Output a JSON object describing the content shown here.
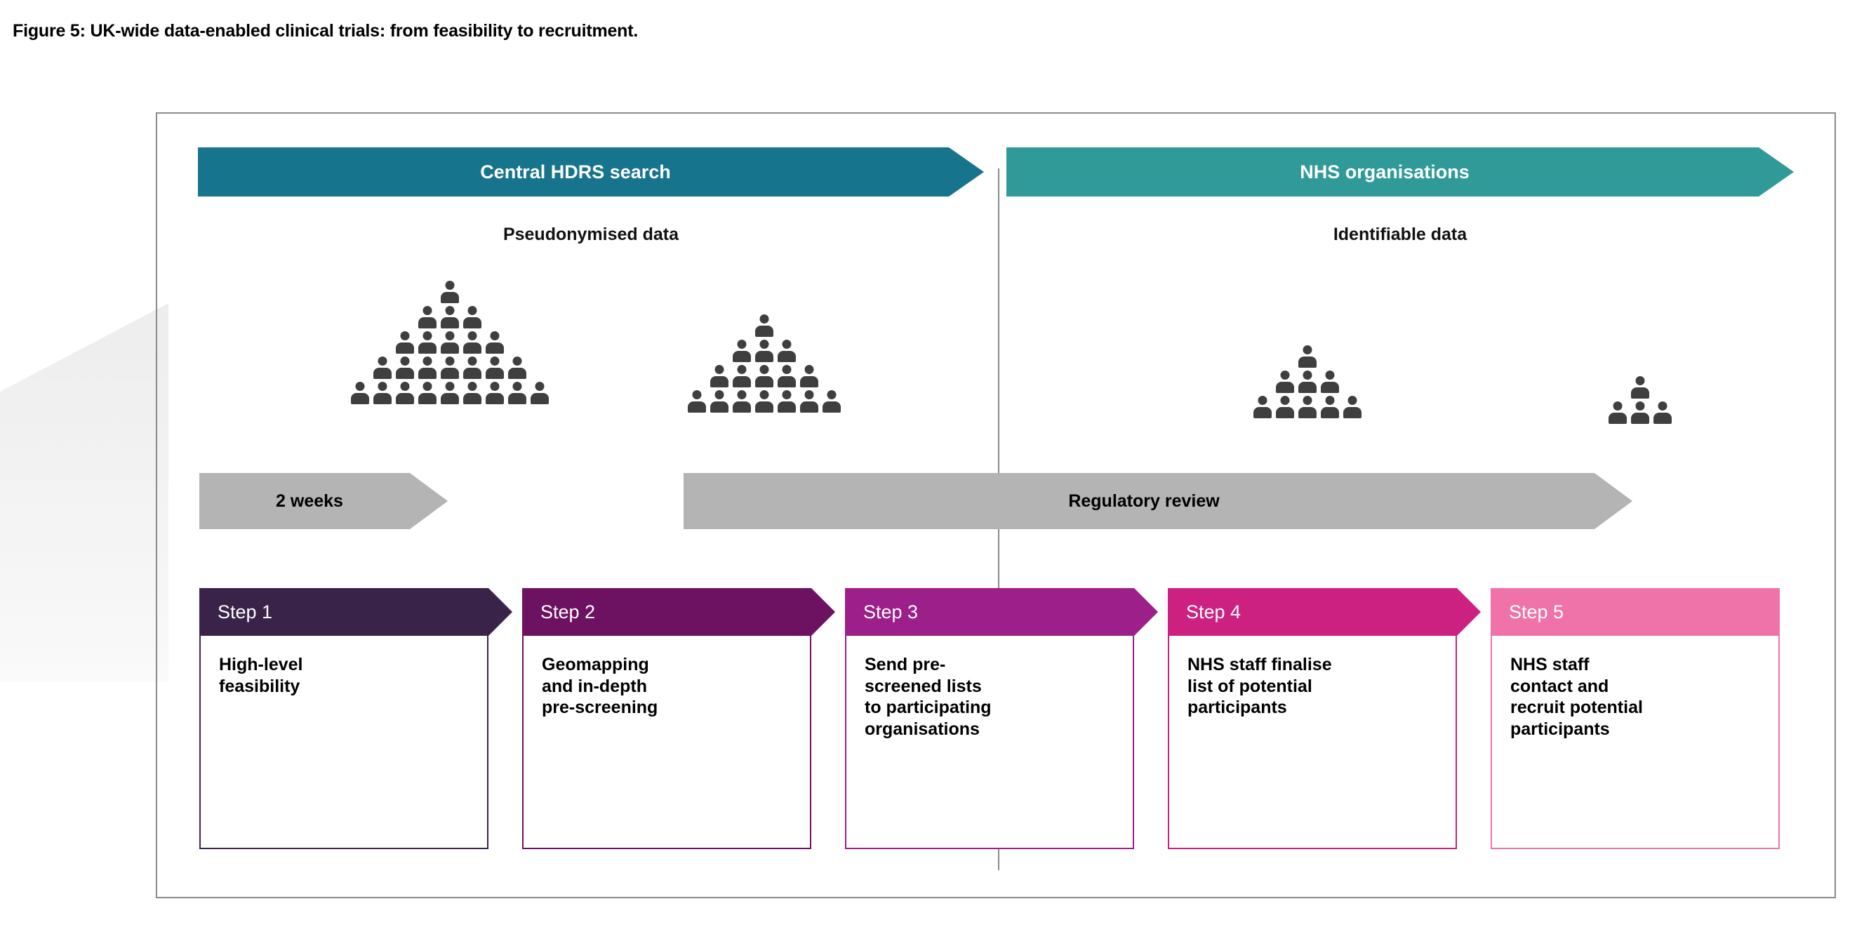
{
  "caption": "Figure 5: UK-wide data-enabled clinical trials: from feasibility to recruitment.",
  "phases": [
    {
      "label": "Central HDRS search",
      "color": "#16748c",
      "data_label": "Pseudonymised data"
    },
    {
      "label": "NHS organisations",
      "color": "#2f9a98",
      "data_label": "Identifiable data"
    }
  ],
  "cohorts": [
    {
      "name": "cohort-1",
      "rows": [
        1,
        3,
        5,
        7,
        9
      ],
      "total": 25
    },
    {
      "name": "cohort-2",
      "rows": [
        1,
        3,
        5,
        7
      ],
      "total": 16
    },
    {
      "name": "cohort-3",
      "rows": [
        1,
        3,
        5
      ],
      "total": 9
    },
    {
      "name": "cohort-4",
      "rows": [
        1,
        3
      ],
      "total": 4
    }
  ],
  "timing_arrows": [
    {
      "label": "2 weeks",
      "color": "#b4b4b4"
    },
    {
      "label": "Regulatory review",
      "color": "#b4b4b4"
    }
  ],
  "steps": [
    {
      "label": "Step 1",
      "text": "High-level\nfeasibility",
      "color": "#3a2349",
      "pointed": true
    },
    {
      "label": "Step 2",
      "text": "Geomapping\nand in-depth\npre-screening",
      "color": "#6d1260",
      "pointed": true
    },
    {
      "label": "Step 3",
      "text": "Send pre-\nscreened lists\nto participating\norganisations",
      "color": "#9c1f8a",
      "pointed": true
    },
    {
      "label": "Step 4",
      "text": "NHS staff finalise\nlist of potential\nparticipants",
      "color": "#cc2180",
      "pointed": true
    },
    {
      "label": "Step 5",
      "text": "NHS staff\ncontact and\nrecruit potential\nparticipants",
      "color": "#ef73a8",
      "pointed": false
    }
  ],
  "colors": {
    "frame_border": "#8a8a8a",
    "divider": "#8a8a8a",
    "person_icon": "#3f3f3f",
    "background": "#ffffff"
  }
}
